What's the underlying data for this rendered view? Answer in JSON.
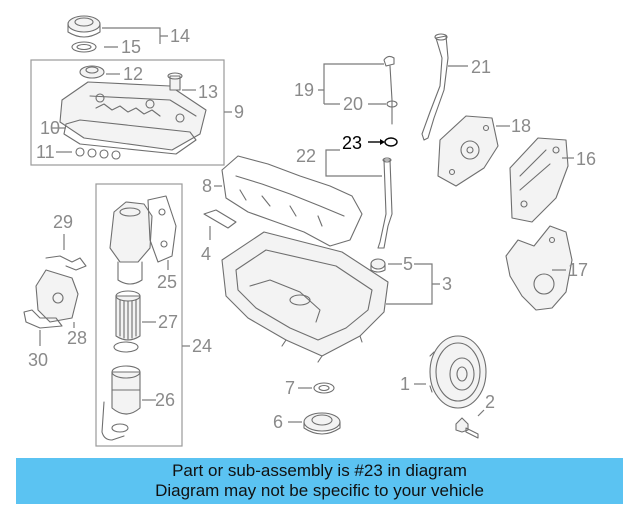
{
  "callouts": {
    "c1": "1",
    "c2": "2",
    "c3": "3",
    "c4": "4",
    "c5": "5",
    "c6": "6",
    "c7": "7",
    "c8": "8",
    "c9": "9",
    "c10": "10",
    "c11": "11",
    "c12": "12",
    "c13": "13",
    "c14": "14",
    "c15": "15",
    "c16": "16",
    "c17": "17",
    "c18": "18",
    "c19": "19",
    "c20": "20",
    "c21": "21",
    "c22": "22",
    "c23": "23",
    "c24": "24",
    "c25": "25",
    "c26": "26",
    "c27": "27",
    "c28": "28",
    "c29": "29",
    "c30": "30"
  },
  "highlighted_callout": "23",
  "banner": {
    "line1": "Part or sub-assembly is #23 in diagram",
    "line2": "Diagram may not be specific to your vehicle"
  },
  "colors": {
    "banner_background": "#5bc3f2",
    "highlight_text": "#000000",
    "callout_text": "#8a8a8a"
  }
}
